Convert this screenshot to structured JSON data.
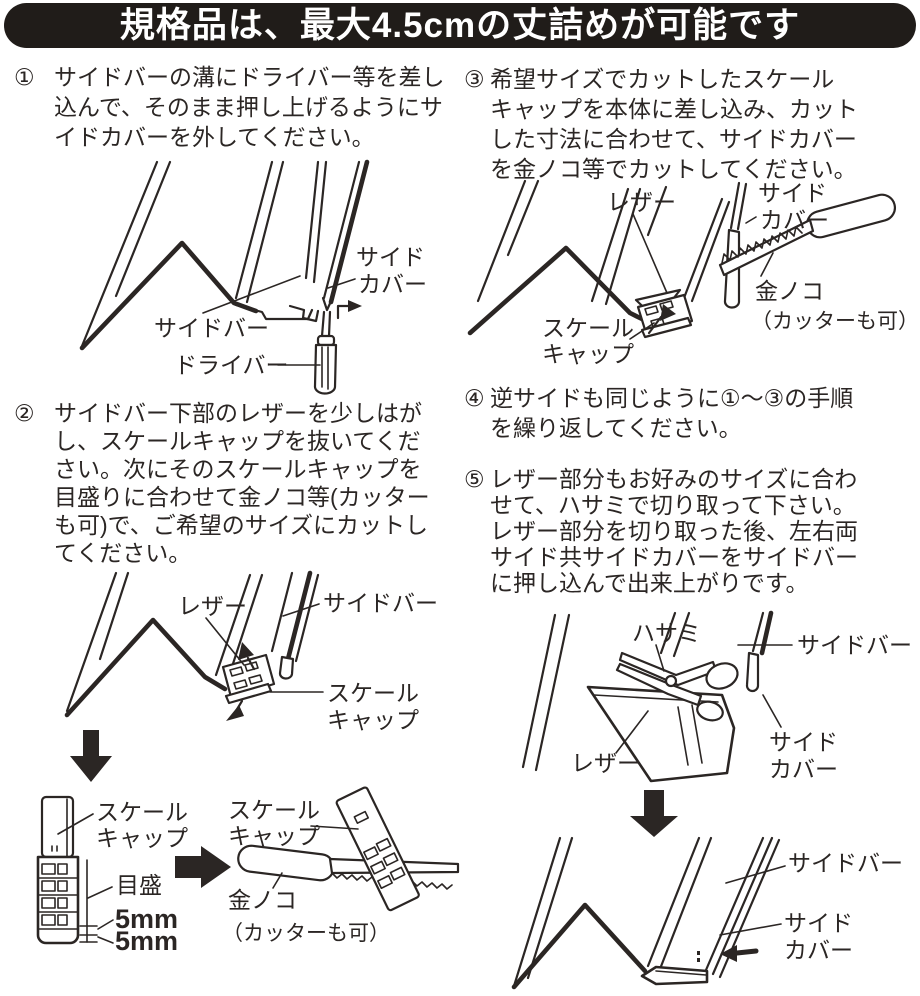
{
  "header": {
    "title": "規格品は、最大4.5cmの丈詰めが可能です"
  },
  "steps": [
    {
      "num": "①",
      "lines": [
        "サイドバーの溝にドライバー等を差し",
        "込んで、そのまま押し上げるようにサ",
        "イドカバーを外してください。"
      ]
    },
    {
      "num": "②",
      "lines": [
        "サイドバー下部のレザーを少しはが",
        "し、スケールキャップを抜いてくだ",
        "さい。次にそのスケールキャップを",
        "目盛りに合わせて金ノコ等(カッター",
        "も可)で、ご希望のサイズにカットし",
        "てください。"
      ]
    },
    {
      "num": "③",
      "lines": [
        "希望サイズでカットしたスケール",
        "キャップを本体に差し込み、カット",
        "した寸法に合わせて、サイドカバー",
        "を金ノコ等でカットしてください。"
      ]
    },
    {
      "num": "④",
      "lines": [
        "逆サイドも同じように①～③の手順",
        "を繰り返してください。"
      ]
    },
    {
      "num": "⑤",
      "lines": [
        "レザー部分もお好みのサイズに合わ",
        "せて、ハサミで切り取って下さい。",
        "レザー部分を切り取った後、左右両",
        "サイド共サイドカバーをサイドバー",
        "に押し込んで出来上がりです。"
      ]
    }
  ],
  "labels": {
    "side_bar": "サイドバー",
    "side1": "サイド",
    "side2": "カバー",
    "driver": "ドライバー",
    "leather": "レザー",
    "scale1": "スケール",
    "scale2": "キャップ",
    "saw": "金ノコ",
    "cutter": "（カッターも可）",
    "scale_marks": "目盛",
    "mm5": "5mm",
    "scissors": "ハサミ"
  },
  "colors": {
    "ink": "#2b2624",
    "header_bg": "#201c19",
    "header_text": "#ffffff"
  }
}
